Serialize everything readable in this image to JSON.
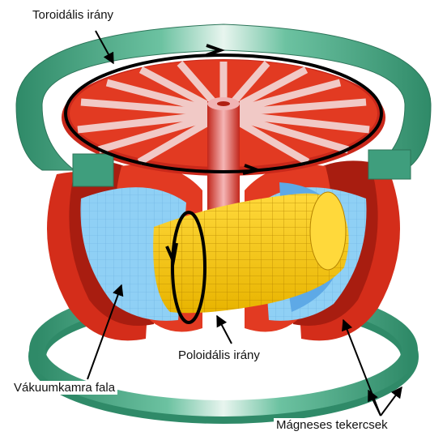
{
  "labels": {
    "toroidal": "Toroidális irány",
    "poloidal": "Poloidális irány",
    "vacuum_wall": "Vákuumkamra fala",
    "magnet_coils": "Mágneses tekercsek"
  },
  "colors": {
    "outer_coil": "#3f9e7d",
    "outer_coil_dark": "#2c7559",
    "toroidal_coil": "#e0321c",
    "toroidal_coil_dark": "#a81d10",
    "vacuum_vessel": "#8fd0f5",
    "plasma": "#f5c800",
    "plasma_grid": "#c89400",
    "arrow": "#000000"
  }
}
